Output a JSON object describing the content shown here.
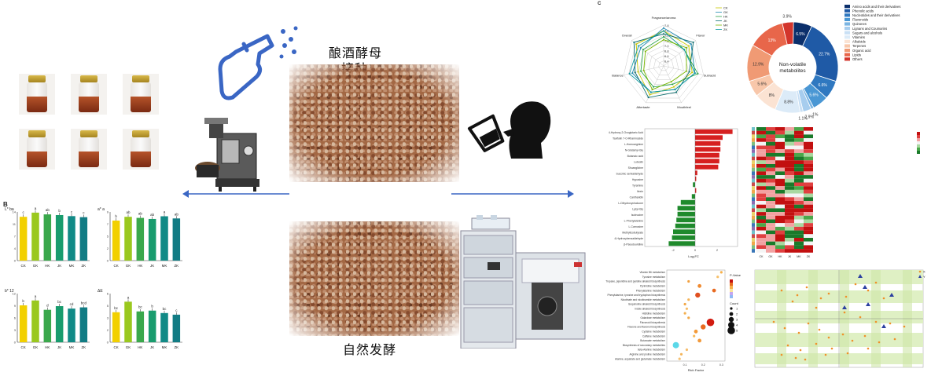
{
  "labels": {
    "yeast": "酿酒酵母",
    "inoculation": "接种",
    "natural": "自然发酵",
    "panel_b": "B",
    "panel_c": "C"
  },
  "groups": [
    "CK",
    "GK",
    "HK",
    "JK",
    "MK",
    "ZK"
  ],
  "bar_panels": [
    {
      "title": "L* ba",
      "color_values": [
        12.6,
        13.8,
        13.3,
        13.1,
        12.8,
        12.5
      ],
      "letters": [
        "c",
        "a",
        "ab",
        "b",
        "c",
        "c"
      ],
      "ylim": [
        0,
        14
      ]
    },
    {
      "title": "a* a",
      "color_values": [
        7.4,
        8.1,
        7.9,
        7.7,
        8.2,
        7.8
      ],
      "letters": [
        "b",
        "ab",
        "ab",
        "ab",
        "a",
        "ab"
      ],
      "ylim": [
        0,
        9
      ]
    },
    {
      "title": "b* 12",
      "color_values": [
        9.1,
        10.3,
        8.0,
        8.9,
        8.3,
        8.6
      ],
      "letters": [
        "b",
        "a",
        "d",
        "bc",
        "cd",
        "bcd"
      ],
      "ylim": [
        0,
        12
      ]
    },
    {
      "title": "ΔE",
      "color_values": [
        3.7,
        5.0,
        3.8,
        3.9,
        3.6,
        3.4
      ],
      "letters": [
        "bc",
        "a",
        "bc",
        "b",
        "bc",
        "c"
      ],
      "ylim": [
        0,
        6
      ]
    }
  ],
  "radar": {
    "axes": [
      "Fragrance/aroma",
      "Flavor",
      "Sub/acid",
      "Mouthfeel",
      "Aftertaste",
      "Balance",
      "Overall"
    ],
    "ticks": [
      "7.8",
      "7.6",
      "7.4",
      "7.2",
      "7.0",
      "6.8",
      "6.6",
      "6.4"
    ],
    "series": [
      "CK",
      "GK",
      "HK",
      "JK",
      "MK",
      "ZK"
    ],
    "colors": [
      "#c8c800",
      "#1e8ab0",
      "#2aa34a",
      "#0c6e6e",
      "#7ab800",
      "#0e9aa0"
    ]
  },
  "donut": {
    "center": "Non-volatile\nmetabolites",
    "slices": [
      {
        "label": "6.5%",
        "value": 6.5,
        "color": "#0b2f6b"
      },
      {
        "label": "22.7%",
        "value": 22.7,
        "color": "#1f5aa6"
      },
      {
        "label": "6.6%",
        "value": 6.6,
        "color": "#2f78c0"
      },
      {
        "label": "5.6%",
        "value": 5.6,
        "color": "#4a97d4"
      },
      {
        "label": "1%",
        "value": 1.0,
        "color": "#7ab4e2"
      },
      {
        "label": "2.9%",
        "value": 2.9,
        "color": "#a7cdee"
      },
      {
        "label": "1.1%",
        "value": 1.1,
        "color": "#c9e0f5"
      },
      {
        "label": "8.8%",
        "value": 8.8,
        "color": "#dcebf8"
      },
      {
        "label": "8%",
        "value": 8.0,
        "color": "#fbe3d3"
      },
      {
        "label": "5.6%",
        "value": 5.6,
        "color": "#f8c7aa"
      },
      {
        "label": "12.9%",
        "value": 12.9,
        "color": "#f09a74"
      },
      {
        "label": "13%",
        "value": 13.0,
        "color": "#e8664a"
      },
      {
        "label": "3.9%",
        "value": 3.9,
        "color": "#d3352c"
      }
    ],
    "legend": [
      "Amino acids and their derivatives",
      "Phenolic acids",
      "Nucleotides and their derivatives",
      "Flavonoids",
      "Quinones",
      "Lignans and Coumarins",
      "Sugars and alcohols",
      "Vitamins",
      "Alkaloids",
      "Terpenes",
      "Organic acid",
      "Lipids",
      "Others"
    ]
  },
  "volcano_bar": {
    "labels": [
      "4-Hydroxy-2-Oxoglutaric Acid",
      "Taxifolin 7-O-Rhamnoside",
      "L-Homoarginine",
      "N-Glutamyl-Gly",
      "Butanoic acid",
      "Luteolin",
      "Shuanglizine",
      "Succinic semialdehyde",
      "Hypusine",
      "Tyramine",
      "Ilexin",
      "Cantharidin",
      "L-Dihydroxychalcone",
      "Lysyl-Gly",
      "Isoleucine",
      "L-Phenylalanine",
      "L-Carnosine",
      "Methylisobutyrate",
      "4-Hydroxybenzaldehyde",
      "β-Pseudouridine"
    ],
    "values": [
      3.4,
      2.5,
      2.3,
      2.3,
      2.2,
      2.2,
      2.1,
      0.2,
      0.1,
      -0.2,
      0.1,
      -0.3,
      -1.3,
      -1.6,
      -1.6,
      -1.7,
      -1.8,
      -2.0,
      -2.1,
      -2.4
    ],
    "xlabel": "Log₂FC"
  },
  "bubble": {
    "pathways": [
      "Vitamin B6 metabolism",
      "Tyrosine metabolism",
      "Tropane, piperidine and pyridine alkaloid biosynthesis",
      "Pyrimidine metabolism",
      "Phenylalanine metabolism",
      "Phenylalanine, tyrosine and tryptophan biosynthesis",
      "Nicotinate and nicotinamide metabolism",
      "Isoquinoline alkaloid biosynthesis",
      "Indole alkaloid biosynthesis",
      "Histidine metabolism",
      "Galactose metabolism",
      "Flavonoid biosynthesis",
      "Flavone and flavonol biosynthesis",
      "Cysteine metabolism",
      "Caffeine metabolism",
      "Butanoate metabolism",
      "Biosynthesis of secondary metabolites",
      "beta-Alanine metabolism",
      "Arginine and proline metabolism",
      "Alanine, aspartate and glutamate metabolism"
    ],
    "xlabel": "Rich Factor",
    "legend_title": "P-Value",
    "count_title": "Count",
    "counts": [
      "1",
      "2",
      "3",
      "4",
      "5"
    ]
  },
  "pls": {
    "legend": [
      "X",
      "Y"
    ]
  }
}
